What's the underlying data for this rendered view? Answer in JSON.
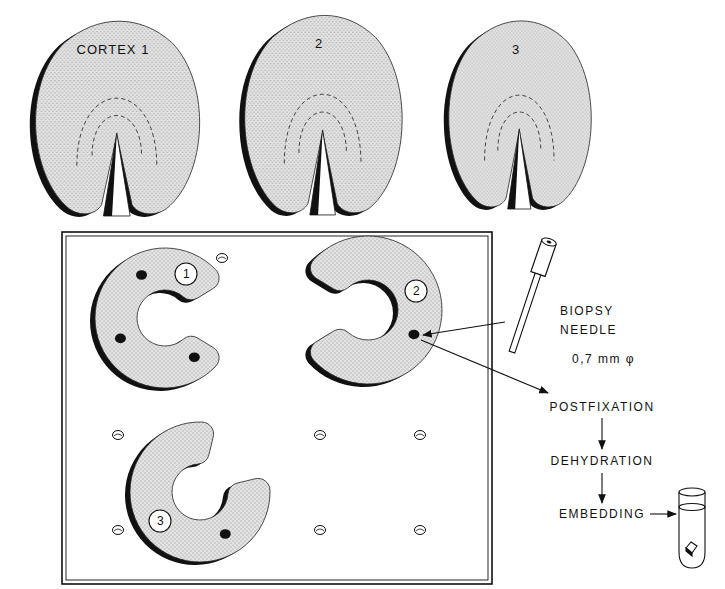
{
  "diagram": {
    "nodes": [
      {
        "text": [
          "CORTEX 1"
        ]
      },
      {
        "text": [
          "2"
        ]
      },
      {
        "text": [
          "3"
        ]
      },
      {
        "text": [
          "1"
        ]
      },
      {
        "text": [
          "2"
        ]
      },
      {
        "text": [
          "3"
        ]
      }
    ],
    "labels": [
      "BIOPSY NEEDLE",
      "0,7 mm φ",
      "POSTFIXATION",
      "DEHYDRATION",
      "EMBEDDING"
    ]
  }
}
